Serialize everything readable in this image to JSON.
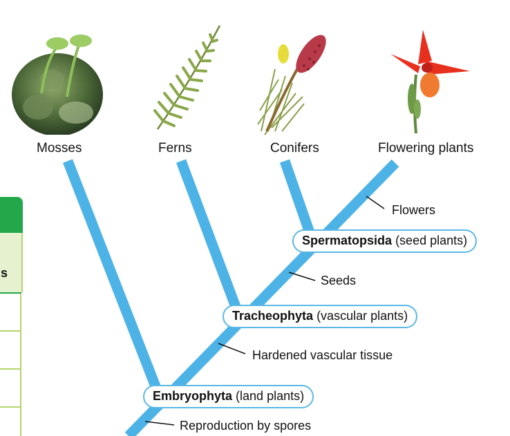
{
  "taxa": {
    "mosses": "Mosses",
    "ferns": "Ferns",
    "conifers": "Conifers",
    "flowering": "Flowering plants"
  },
  "clades": {
    "embryophyta": {
      "name": "Embryophyta",
      "desc": "(land plants)"
    },
    "tracheophyta": {
      "name": "Tracheophyta",
      "desc": "(vascular plants)"
    },
    "spermatopsida": {
      "name": "Spermatopsida",
      "desc": "(seed plants)"
    }
  },
  "traits": {
    "spores": "Reproduction by spores",
    "vascular": "Hardened vascular tissue",
    "seeds": "Seeds",
    "flowers": "Flowers"
  },
  "partial_table": {
    "visible_fragment": "s"
  },
  "colors": {
    "branch": "#4db3e6",
    "pill_border": "#5bb8e6",
    "table_header": "#22a84a",
    "table_border": "#b3d36a",
    "table_subheader": "#e6f2cf"
  }
}
